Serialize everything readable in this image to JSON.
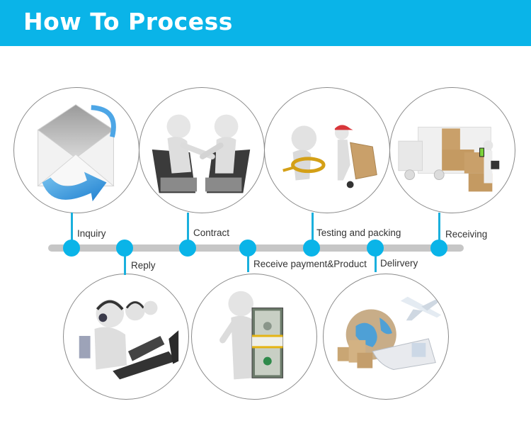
{
  "header": {
    "title": "How To Process",
    "background_color": "#0ab4e8"
  },
  "timeline": {
    "accent_color": "#0ab4e8",
    "track_color": "#c6c6c6",
    "steps": [
      {
        "order": 1,
        "label": "Inquiry",
        "position": "above",
        "illustration": "envelope-with-arrow-icon"
      },
      {
        "order": 2,
        "label": "Reply",
        "position": "below",
        "illustration": "call-center-agents-icon"
      },
      {
        "order": 3,
        "label": "Contract",
        "position": "above",
        "illustration": "handshake-laptops-icon"
      },
      {
        "order": 4,
        "label": "Receive payment&Product",
        "position": "below",
        "illustration": "money-stack-icon"
      },
      {
        "order": 5,
        "label": "Testing and packing",
        "position": "above",
        "illustration": "inspection-and-hand-truck-icon"
      },
      {
        "order": 6,
        "label": "Delirvery",
        "position": "below",
        "illustration": "globe-ship-plane-icon"
      },
      {
        "order": 7,
        "label": "Receiving",
        "position": "above",
        "illustration": "delivery-truck-boxes-icon"
      }
    ]
  }
}
